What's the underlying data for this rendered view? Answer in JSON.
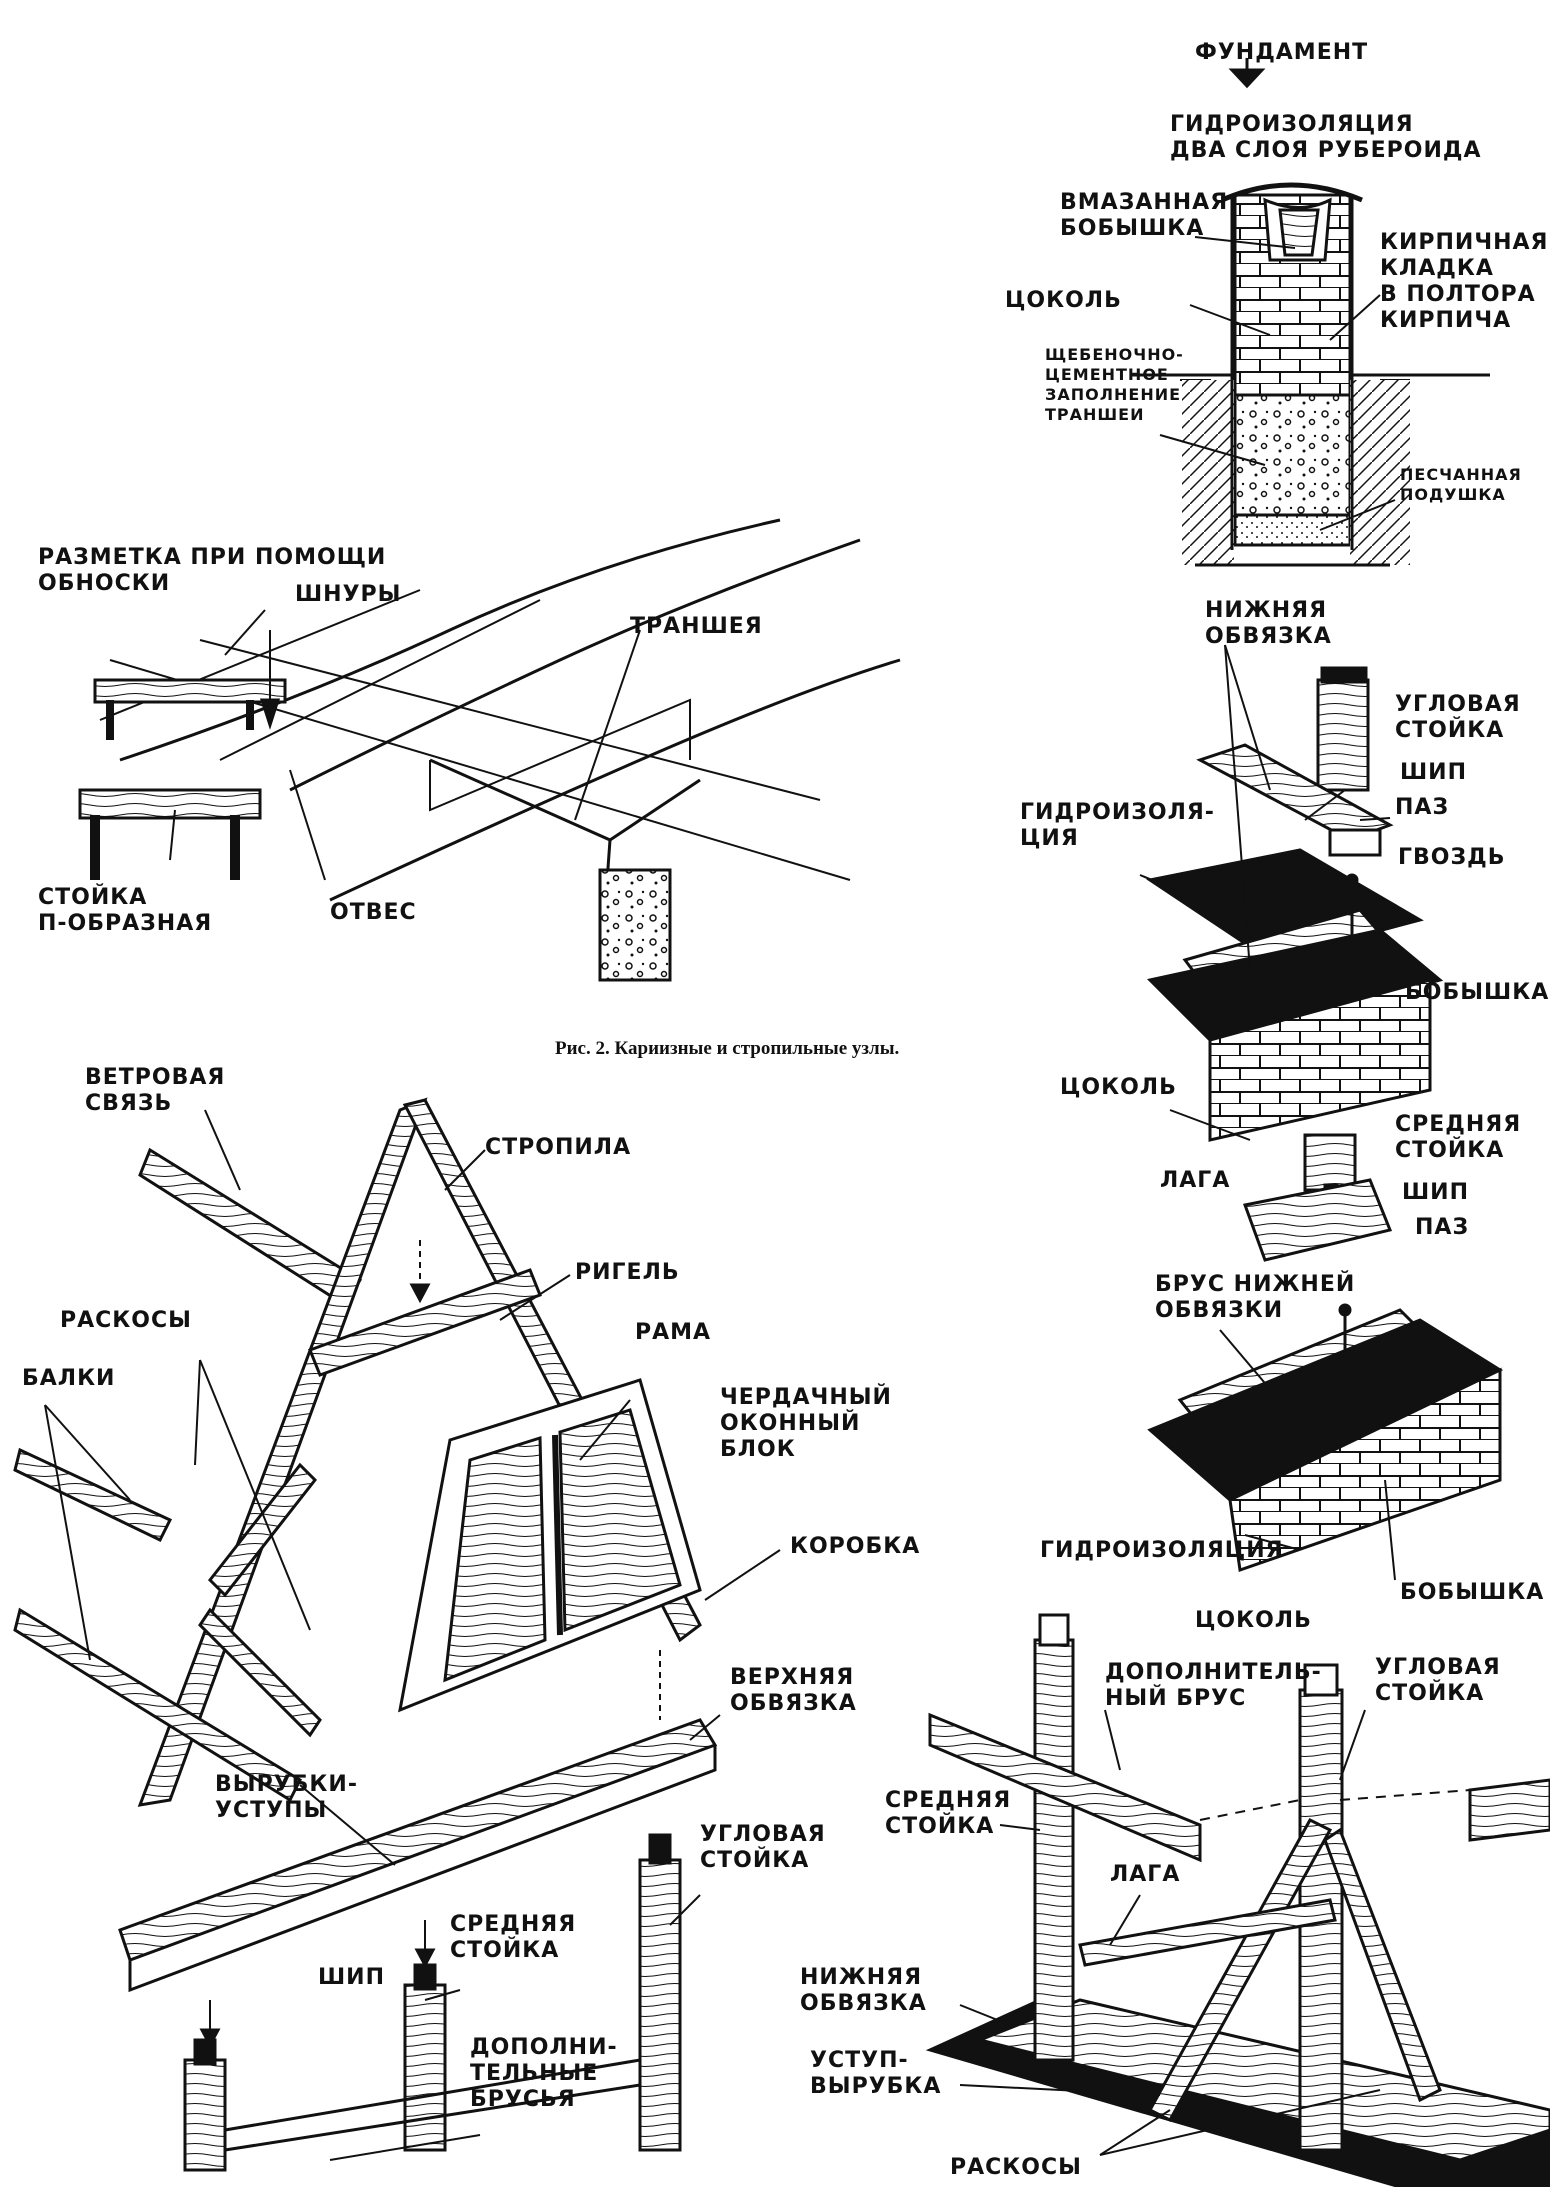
{
  "caption": "Рис. 2. Кариизные и стропильные узлы.",
  "labels": {
    "fundament": "ФУНДАМЕНТ",
    "hydro_two_layers": "ГИДРОИЗОЛЯЦИЯ\nДВА СЛОЯ РУБЕРОИДА",
    "vmazannaya": "ВМАЗАННАЯ\nБОБЫШКА",
    "kirpichnaya": "КИРПИЧНАЯ\nКЛАДКА\nВ ПОЛТОРА\nКИРПИЧА",
    "tsokol_top": "ЦОКОЛЬ",
    "shchebenochno": "ЩЕБЕНОЧНО-\nЦЕМЕНТНОЕ\nЗАПОЛНЕНИЕ\nТРАНШЕИ",
    "peschannaya": "ПЕСЧАННАЯ\nПОДУШКА",
    "razmetka": "РАЗМЕТКА ПРИ ПОМОЩИ\nОБНОСКИ",
    "shnury": "ШНУРЫ",
    "transheya": "ТРАНШЕЯ",
    "stoyka_p": "СТОЙКА\nП-ОБРАЗНАЯ",
    "otves": "ОТВЕС",
    "nizhnyaya_obvyazka_1": "НИЖНЯЯ\nОБВЯЗКА",
    "uglovaya_stoyka_1": "УГЛОВАЯ\nСТОЙКА",
    "ship_1": "ШИП",
    "paz_1": "ПАЗ",
    "gidroizolyatsiya_1": "ГИДРОИЗОЛЯ-\nЦИЯ",
    "gvozd": "ГВОЗДЬ",
    "bobyshka_1": "БОБЫШКА",
    "tsokol_2": "ЦОКОЛЬ",
    "srednyaya_stoyka_1": "СРЕДНЯЯ\nСТОЙКА",
    "laga_1": "ЛАГА",
    "ship_2": "ШИП",
    "paz_2": "ПАЗ",
    "brus_nizhney": "БРУС НИЖНЕЙ\nОБВЯЗКИ",
    "gidroizolyatsiya_2": "ГИДРОИЗОЛЯЦИЯ",
    "bobyshka_2": "БОБЫШКА",
    "tsokol_3": "ЦОКОЛЬ",
    "vetrovaya": "ВЕТРОВАЯ\nСВЯЗЬ",
    "stropila": "СТРОПИЛА",
    "rigel": "РИГЕЛЬ",
    "raskosy_1": "РАСКОСЫ",
    "rama": "РАМА",
    "balki": "БАЛКИ",
    "cherdachny": "ЧЕРДАЧНЫЙ\nОКОННЫЙ\nБЛОК",
    "korobka": "КОРОБКА",
    "verhnyaya": "ВЕРХНЯЯ\nОБВЯЗКА",
    "vyrubki": "ВЫРУБКИ-\nУСТУПЫ",
    "uglovaya_stoyka_2": "УГЛОВАЯ\nСТОЙКА",
    "srednyaya_stoyka_2": "СРЕДНЯЯ\nСТОЙКА",
    "ship_3": "ШИП",
    "dopolnitelnye": "ДОПОЛНИ-\nТЕЛЬНЫЕ\nБРУСЬЯ",
    "dopolnitelny_brus": "ДОПОЛНИТЕЛЬ-\nНЫЙ БРУС",
    "uglovaya_stoyka_3": "УГЛОВАЯ\nСТОЙКА",
    "srednyaya_stoyka_3": "СРЕДНЯЯ\nСТОЙКА",
    "laga_2": "ЛАГА",
    "nizhnyaya_obvyazka_2": "НИЖНЯЯ\nОБВЯЗКА",
    "ustup": "УСТУП-\nВЫРУБКА",
    "raskosy_2": "РАСКОСЫ"
  }
}
